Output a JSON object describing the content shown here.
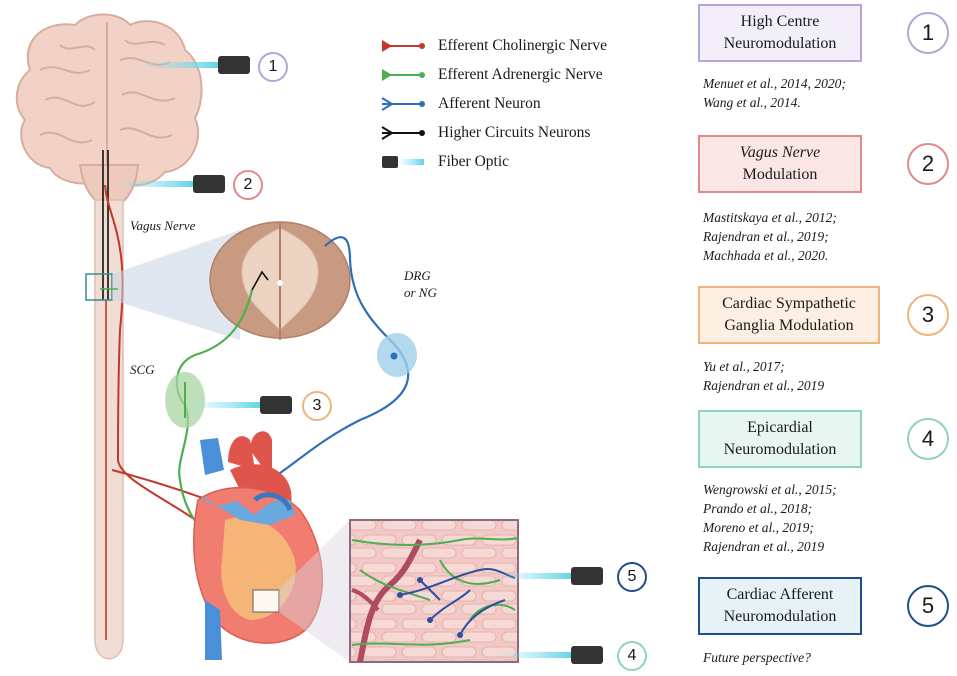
{
  "legend": {
    "items": [
      {
        "label": "Efferent Cholinergic Nerve",
        "color": "#c0392b",
        "icon": "red-nerve-line-icon"
      },
      {
        "label": "Efferent Adrenergic Nerve",
        "color": "#4caf50",
        "icon": "green-nerve-line-icon"
      },
      {
        "label": "Afferent Neuron",
        "color": "#2f6fb5",
        "icon": "blue-nerve-line-icon"
      },
      {
        "label": "Higher Circuits Neurons",
        "color": "#111111",
        "icon": "black-nerve-line-icon"
      },
      {
        "label": "Fiber Optic",
        "color": "#5fd3e6",
        "icon": "fiber-optic-icon"
      }
    ]
  },
  "diagram_labels": {
    "vagus_nerve": "Vagus Nerve",
    "drg_line1": "DRG",
    "drg_line2": "or NG",
    "scg": "SCG"
  },
  "site_markers": [
    {
      "number": "1",
      "color": "#b6a5d8"
    },
    {
      "number": "2",
      "color": "#e08a8a"
    },
    {
      "number": "3",
      "color": "#f0b47a"
    },
    {
      "number": "5",
      "color": "#1f4e8c"
    },
    {
      "number": "4",
      "color": "#8fd3c4"
    }
  ],
  "panels": [
    {
      "number": "1",
      "title_lines": [
        "High Centre",
        "Neuromodulation"
      ],
      "border": "#b6a5d8",
      "fill": "#f3effa",
      "refs": [
        "Menuet et al., 2014, 2020;",
        "Wang et al., 2014."
      ]
    },
    {
      "number": "2",
      "title_lines": [
        "Vagus Nerve",
        "Modulation"
      ],
      "border": "#e08a8a",
      "fill": "#fbe6e6",
      "refs": [
        "Mastitskaya et al., 2012;",
        "Rajendran et al., 2019;",
        "Machhada et al., 2020."
      ]
    },
    {
      "number": "3",
      "title_lines": [
        "Cardiac Sympathetic",
        "Ganglia Modulation"
      ],
      "border": "#f0b47a",
      "fill": "#fdf0e2",
      "refs": [
        "Yu et al., 2017;",
        "Rajendran et al., 2019"
      ]
    },
    {
      "number": "4",
      "title_lines": [
        "Epicardial",
        "Neuromodulation"
      ],
      "border": "#8fd3c4",
      "fill": "#e8f6f2",
      "refs": [
        "Wengrowski et al., 2015;",
        "Prando et al., 2018;",
        "Moreno et al., 2019;",
        "Rajendran et al., 2019"
      ]
    },
    {
      "number": "5",
      "title_lines": [
        "Cardiac Afferent",
        "Neuromodulation"
      ],
      "border": "#1f4e8c",
      "fill": "#e6f2f6",
      "refs": [
        "Future perspective?"
      ]
    }
  ]
}
